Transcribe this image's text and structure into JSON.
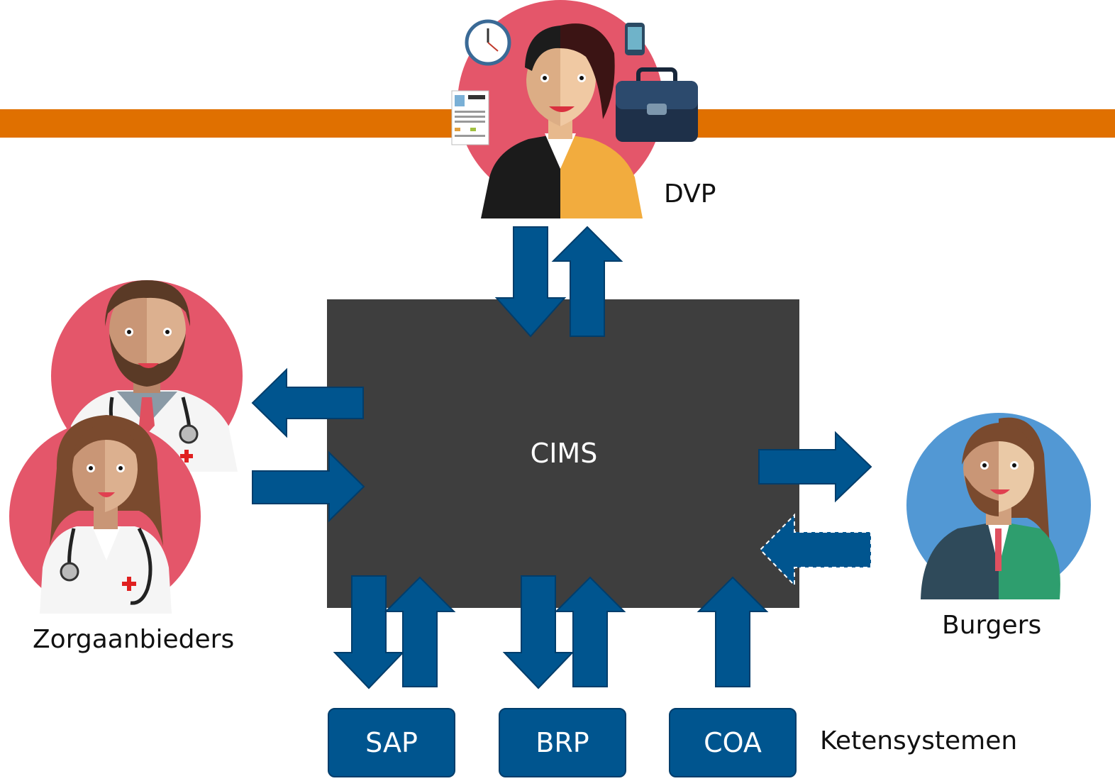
{
  "diagram": {
    "center_node": {
      "label": "CIMS"
    },
    "actors": {
      "dvp": {
        "label": "DVP"
      },
      "zorgaanbieders": {
        "label": "Zorgaanbieders"
      },
      "burgers": {
        "label": "Burgers"
      }
    },
    "systems": {
      "group_label": "Ketensystemen",
      "items": [
        {
          "label": "SAP"
        },
        {
          "label": "BRP"
        },
        {
          "label": "COA"
        }
      ]
    },
    "colors": {
      "arrow": "#00558f",
      "box": "#3e3e3e",
      "band": "#e07000",
      "actor_circle_red": "#e4566a",
      "actor_circle_blue": "#5298d4"
    }
  }
}
